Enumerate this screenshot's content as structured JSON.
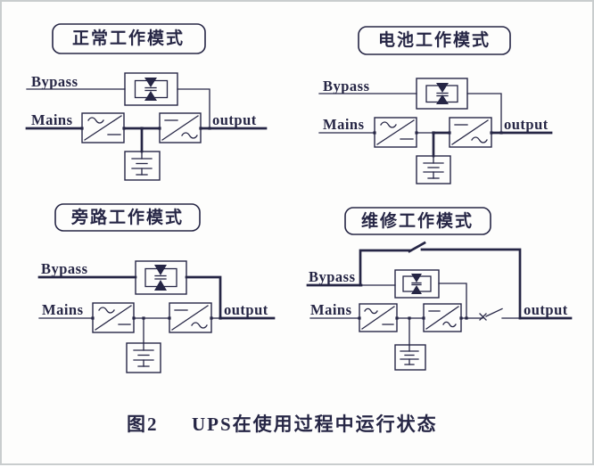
{
  "figure": {
    "colors": {
      "ink": "#262645",
      "border": "#c9cdce",
      "background": "#fdfdfc"
    },
    "caption": {
      "figure_label": "图2",
      "title": "UPS在使用过程中运行状态"
    },
    "diagrams": [
      {
        "mode": "normal",
        "title": "正常工作模式",
        "bypass_label": "Bypass",
        "mains_label": "Mains",
        "output_label": "output"
      },
      {
        "mode": "battery",
        "title": "电池工作模式",
        "bypass_label": "Bypass",
        "mains_label": "Mains",
        "output_label": "output"
      },
      {
        "mode": "bypass",
        "title": "旁路工作模式",
        "bypass_label": "Bypass",
        "mains_label": "Mains",
        "output_label": "output"
      },
      {
        "mode": "maintenance",
        "title": "维修工作模式",
        "bypass_label": "Bypass",
        "mains_label": "Mains",
        "output_label": "output"
      }
    ]
  }
}
